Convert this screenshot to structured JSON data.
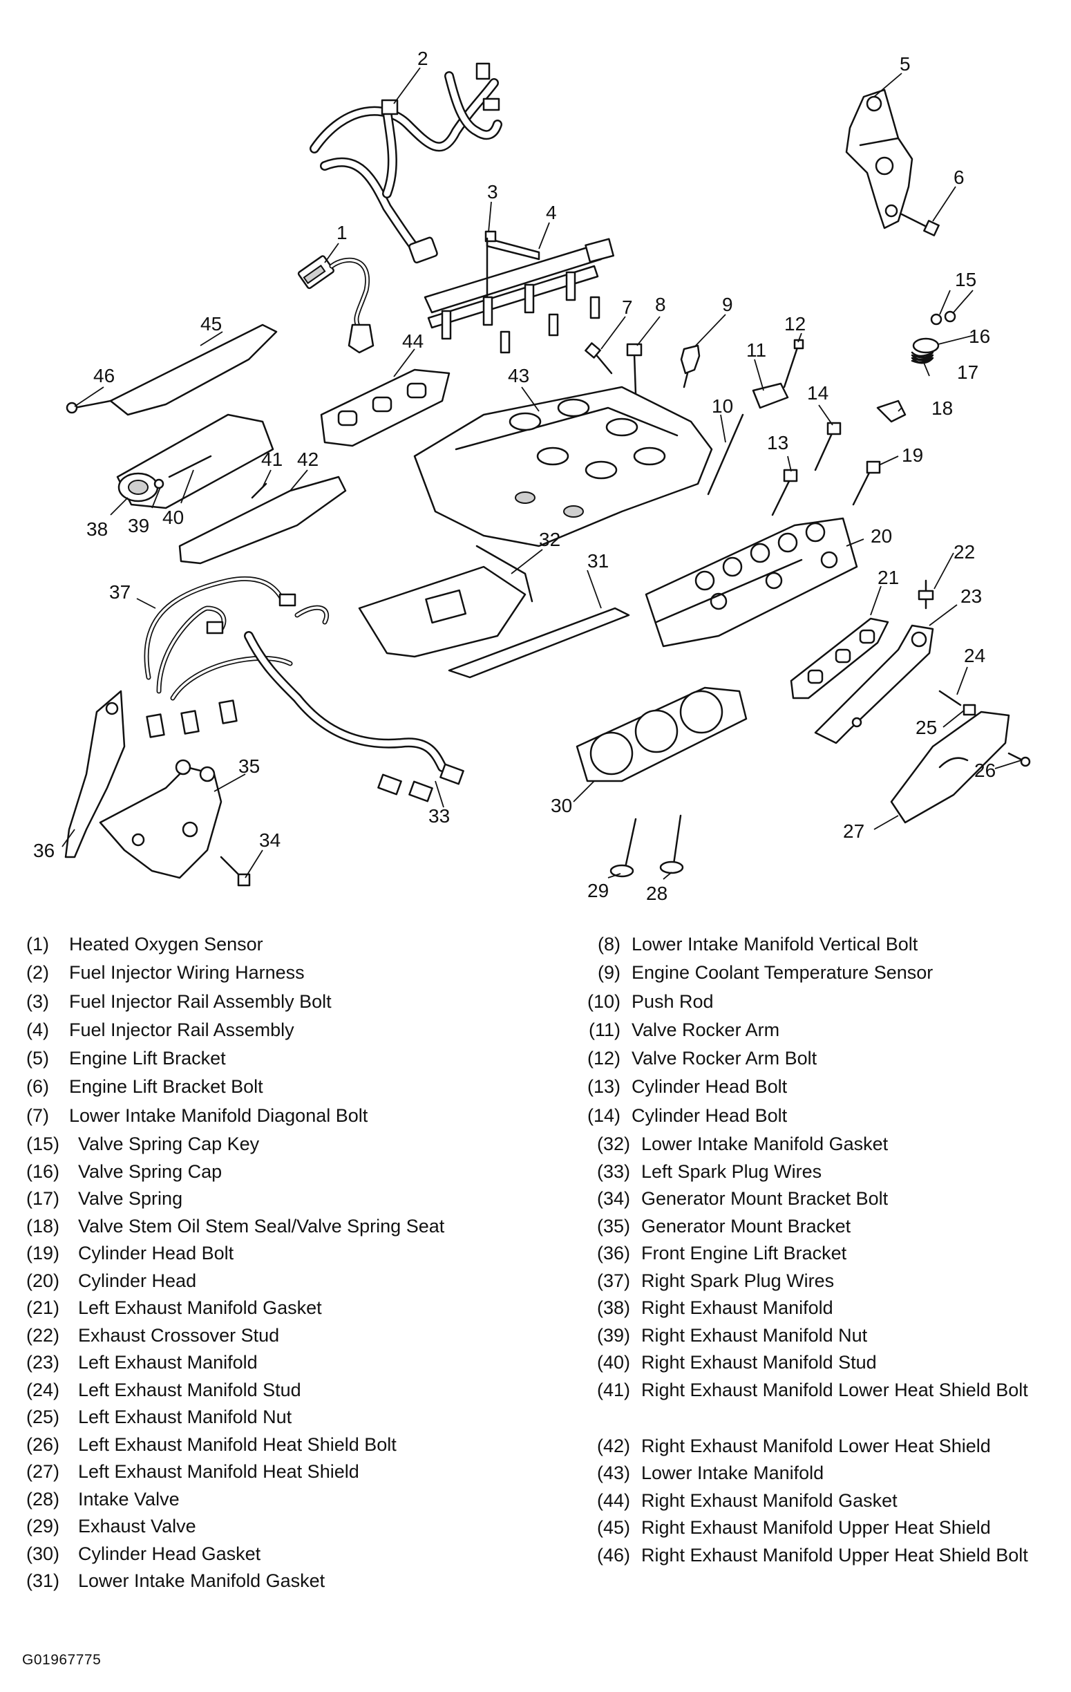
{
  "callouts": [
    "1",
    "2",
    "3",
    "4",
    "5",
    "6",
    "7",
    "8",
    "9",
    "10",
    "11",
    "12",
    "13",
    "14",
    "15",
    "16",
    "17",
    "18",
    "19",
    "20",
    "21",
    "22",
    "23",
    "24",
    "25",
    "26",
    "27",
    "28",
    "29",
    "30",
    "31",
    "32",
    "33",
    "34",
    "35",
    "36",
    "37",
    "38",
    "39",
    "40",
    "41",
    "42",
    "43",
    "44",
    "45",
    "46"
  ],
  "legend": {
    "left": [
      {
        "num": "(1)",
        "name": "Heated Oxygen Sensor"
      },
      {
        "num": "(2)",
        "name": "Fuel Injector Wiring Harness"
      },
      {
        "num": "(3)",
        "name": "Fuel Injector Rail Assembly Bolt"
      },
      {
        "num": "(4)",
        "name": "Fuel Injector Rail Assembly"
      },
      {
        "num": "(5)",
        "name": "Engine Lift Bracket"
      },
      {
        "num": "(6)",
        "name": "Engine Lift Bracket Bolt"
      },
      {
        "num": "(7)",
        "name": "Lower Intake Manifold Diagonal Bolt"
      },
      {
        "num": "(15)",
        "name": "Valve Spring Cap Key"
      },
      {
        "num": "(16)",
        "name": "Valve Spring Cap"
      },
      {
        "num": "(17)",
        "name": "Valve Spring"
      },
      {
        "num": "(18)",
        "name": "Valve Stem Oil Stem Seal/Valve Spring Seat"
      },
      {
        "num": "(19)",
        "name": "Cylinder Head Bolt"
      },
      {
        "num": "(20)",
        "name": "Cylinder Head"
      },
      {
        "num": "(21)",
        "name": "Left Exhaust Manifold Gasket"
      },
      {
        "num": "(22)",
        "name": "Exhaust Crossover Stud"
      },
      {
        "num": "(23)",
        "name": "Left Exhaust Manifold"
      },
      {
        "num": "(24)",
        "name": "Left Exhaust Manifold Stud"
      },
      {
        "num": "(25)",
        "name": "Left Exhaust Manifold Nut"
      },
      {
        "num": "(26)",
        "name": "Left Exhaust Manifold Heat Shield Bolt"
      },
      {
        "num": "(27)",
        "name": "Left Exhaust Manifold Heat Shield"
      },
      {
        "num": "(28)",
        "name": "Intake Valve"
      },
      {
        "num": "(29)",
        "name": "Exhaust Valve"
      },
      {
        "num": "(30)",
        "name": "Cylinder Head Gasket"
      },
      {
        "num": "(31)",
        "name": "Lower Intake Manifold Gasket"
      }
    ],
    "right": [
      {
        "num": "(8)",
        "name": "Lower Intake Manifold Vertical Bolt"
      },
      {
        "num": "(9)",
        "name": "Engine Coolant Temperature Sensor"
      },
      {
        "num": "(10)",
        "name": "Push Rod"
      },
      {
        "num": "(11)",
        "name": "Valve Rocker Arm"
      },
      {
        "num": "(12)",
        "name": "Valve Rocker Arm Bolt"
      },
      {
        "num": "(13)",
        "name": "Cylinder Head Bolt"
      },
      {
        "num": "(14)",
        "name": "Cylinder Head Bolt"
      },
      {
        "num": "(32)",
        "name": "Lower Intake Manifold Gasket"
      },
      {
        "num": "(33)",
        "name": "Left Spark Plug Wires"
      },
      {
        "num": "(34)",
        "name": "Generator Mount Bracket Bolt"
      },
      {
        "num": "(35)",
        "name": "Generator Mount Bracket"
      },
      {
        "num": "(36)",
        "name": "Front Engine Lift Bracket"
      },
      {
        "num": "(37)",
        "name": "Right Spark Plug Wires"
      },
      {
        "num": "(38)",
        "name": "Right Exhaust Manifold"
      },
      {
        "num": "(39)",
        "name": "Right Exhaust Manifold Nut"
      },
      {
        "num": "(40)",
        "name": "Right Exhaust Manifold Stud"
      },
      {
        "num": "(41)",
        "name": "Right Exhaust Manifold Lower Heat Shield Bolt"
      },
      {
        "num": "(42)",
        "name": "Right Exhaust Manifold Lower Heat Shield"
      },
      {
        "num": "(43)",
        "name": "Lower Intake Manifold"
      },
      {
        "num": "(44)",
        "name": "Right Exhaust Manifold Gasket"
      },
      {
        "num": "(45)",
        "name": "Right Exhaust Manifold Upper Heat Shield"
      },
      {
        "num": "(46)",
        "name": "Right Exhaust Manifold Upper Heat Shield Bolt"
      }
    ]
  },
  "figure_code": "G01967775"
}
